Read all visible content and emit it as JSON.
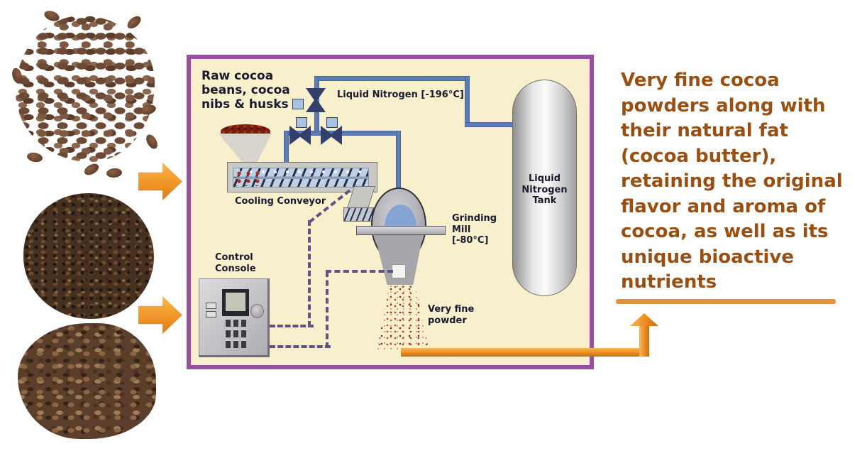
{
  "colors": {
    "diagram_border": "#9B4EA0",
    "diagram_background": "#F8F0CC",
    "pipe_blue": "#5B7CB4",
    "signal_dash_purple": "#5F5383",
    "arrow_orange": "#EE8F2D",
    "underline_orange": "#E8913A",
    "outcome_text_brown": "#9A4F12",
    "powder_red": "#C0392B",
    "label_dark": "#1A1A2F"
  },
  "photos": {
    "top": "raw-cocoa-beans-photo",
    "middle": "cocoa-nibs-photo",
    "bottom": "cocoa-husks-photo"
  },
  "diagram": {
    "input_label": "Raw cocoa\nbeans, cocoa\nnibs & husks",
    "pipe_label": "Liquid Nitrogen [-196°C]",
    "conveyor_label": "Cooling Conveyor",
    "console_label": "Control\nConsole",
    "mill_label": "Grinding\nMill\n[-80°C]",
    "powder_label": "Very fine\npowder",
    "tank_label": "Liquid\nNitrogen\nTank"
  },
  "outcome": {
    "text": "Very fine cocoa\npowders along with\ntheir natural fat\n(cocoa butter),\nretaining the original\nflavor and aroma of\ncocoa, as well as its\nunique bioactive\nnutrients"
  }
}
